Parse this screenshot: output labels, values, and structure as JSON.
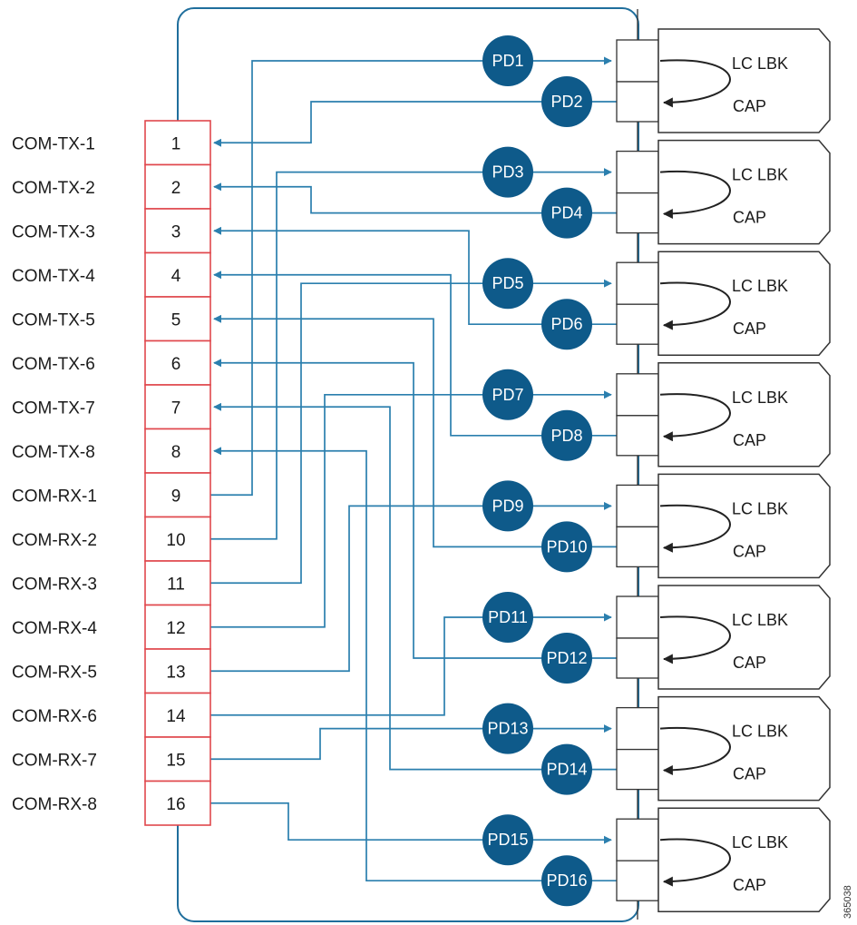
{
  "ports": [
    {
      "name": "COM-TX-1",
      "number": "1"
    },
    {
      "name": "COM-TX-2",
      "number": "2"
    },
    {
      "name": "COM-TX-3",
      "number": "3"
    },
    {
      "name": "COM-TX-4",
      "number": "4"
    },
    {
      "name": "COM-TX-5",
      "number": "5"
    },
    {
      "name": "COM-TX-6",
      "number": "6"
    },
    {
      "name": "COM-TX-7",
      "number": "7"
    },
    {
      "name": "COM-TX-8",
      "number": "8"
    },
    {
      "name": "COM-RX-1",
      "number": "9"
    },
    {
      "name": "COM-RX-2",
      "number": "10"
    },
    {
      "name": "COM-RX-3",
      "number": "11"
    },
    {
      "name": "COM-RX-4",
      "number": "12"
    },
    {
      "name": "COM-RX-5",
      "number": "13"
    },
    {
      "name": "COM-RX-6",
      "number": "14"
    },
    {
      "name": "COM-RX-7",
      "number": "15"
    },
    {
      "name": "COM-RX-8",
      "number": "16"
    }
  ],
  "modules": [
    {
      "tx_pd": "PD1",
      "rx_pd": "PD2",
      "loopback_label": "LC LBK",
      "cap_label": "CAP"
    },
    {
      "tx_pd": "PD3",
      "rx_pd": "PD4",
      "loopback_label": "LC LBK",
      "cap_label": "CAP"
    },
    {
      "tx_pd": "PD5",
      "rx_pd": "PD6",
      "loopback_label": "LC LBK",
      "cap_label": "CAP"
    },
    {
      "tx_pd": "PD7",
      "rx_pd": "PD8",
      "loopback_label": "LC LBK",
      "cap_label": "CAP"
    },
    {
      "tx_pd": "PD9",
      "rx_pd": "PD10",
      "loopback_label": "LC LBK",
      "cap_label": "CAP"
    },
    {
      "tx_pd": "PD11",
      "rx_pd": "PD12",
      "loopback_label": "LC LBK",
      "cap_label": "CAP"
    },
    {
      "tx_pd": "PD13",
      "rx_pd": "PD14",
      "loopback_label": "LC LBK",
      "cap_label": "CAP"
    },
    {
      "tx_pd": "PD15",
      "rx_pd": "PD16",
      "loopback_label": "LC LBK",
      "cap_label": "CAP"
    }
  ],
  "connections": [
    {
      "from_port": "9",
      "to_pd": "PD1"
    },
    {
      "from_port": "10",
      "to_pd": "PD3"
    },
    {
      "from_port": "11",
      "to_pd": "PD5"
    },
    {
      "from_port": "12",
      "to_pd": "PD7"
    },
    {
      "from_port": "13",
      "to_pd": "PD9"
    },
    {
      "from_port": "14",
      "to_pd": "PD11"
    },
    {
      "from_port": "15",
      "to_pd": "PD13"
    },
    {
      "from_port": "16",
      "to_pd": "PD15"
    },
    {
      "from_pd": "PD2",
      "to_port": "1"
    },
    {
      "from_pd": "PD4",
      "to_port": "2"
    },
    {
      "from_pd": "PD6",
      "to_port": "3"
    },
    {
      "from_pd": "PD8",
      "to_port": "4"
    },
    {
      "from_pd": "PD10",
      "to_port": "5"
    },
    {
      "from_pd": "PD12",
      "to_port": "6"
    },
    {
      "from_pd": "PD14",
      "to_port": "7"
    },
    {
      "from_pd": "PD16",
      "to_port": "8"
    }
  ],
  "figure_id": "365038",
  "colors": {
    "pd_fill": "#0e5a8a",
    "line": "#2b7fae",
    "port_border": "#e0474c",
    "enclosure": "#1f6e9c",
    "module_outline": "#333333"
  }
}
